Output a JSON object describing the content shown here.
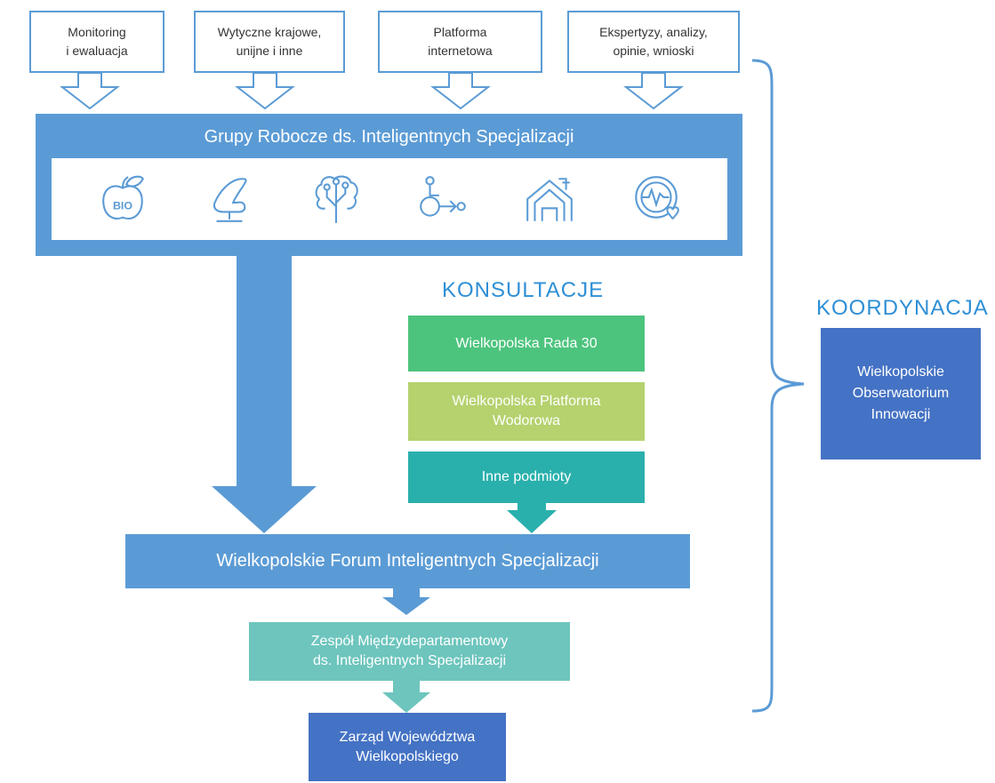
{
  "inputs": [
    {
      "label": "Monitoring\ni ewaluacja"
    },
    {
      "label": "Wytyczne krajowe,\nunijne i inne"
    },
    {
      "label": "Platforma\ninternetowa"
    },
    {
      "label": "Ekspertyzy, analizy,\nopinie, wnioski"
    }
  ],
  "working_groups": {
    "title": "Grupy Robocze ds. Inteligentnych Specjalizacji",
    "icons": [
      {
        "name": "bio-apple-icon",
        "label": "BIO"
      },
      {
        "name": "chair-icon"
      },
      {
        "name": "circuit-tree-icon"
      },
      {
        "name": "mobility-icon"
      },
      {
        "name": "building-icon"
      },
      {
        "name": "health-heart-icon"
      }
    ]
  },
  "consultations": {
    "heading": "KONSULTACJE",
    "items": [
      {
        "label": "Wielkopolska Rada 30"
      },
      {
        "label": "Wielkopolska Platforma\nWodorowa"
      },
      {
        "label": "Inne podmioty"
      }
    ]
  },
  "coordination": {
    "heading": "KOORDYNACJA",
    "box": "Wielkopolskie\nObserwatorium\nInnowacji"
  },
  "forum": "Wielkopolskie Forum Inteligentnych Specjalizacji",
  "team": "Zespół Międzydepartamentowy\nds. Inteligentnych Specjalizacji",
  "board": "Zarząd Województwa\nWielkopolskiego",
  "colors": {
    "main_blue": "#5b9bd5",
    "heading_blue": "#2e8fd6",
    "green": "#4dc47e",
    "lime": "#b5d26e",
    "teal": "#2ab0ac",
    "light_teal": "#6dc5bd",
    "dark_blue": "#4472c4"
  }
}
